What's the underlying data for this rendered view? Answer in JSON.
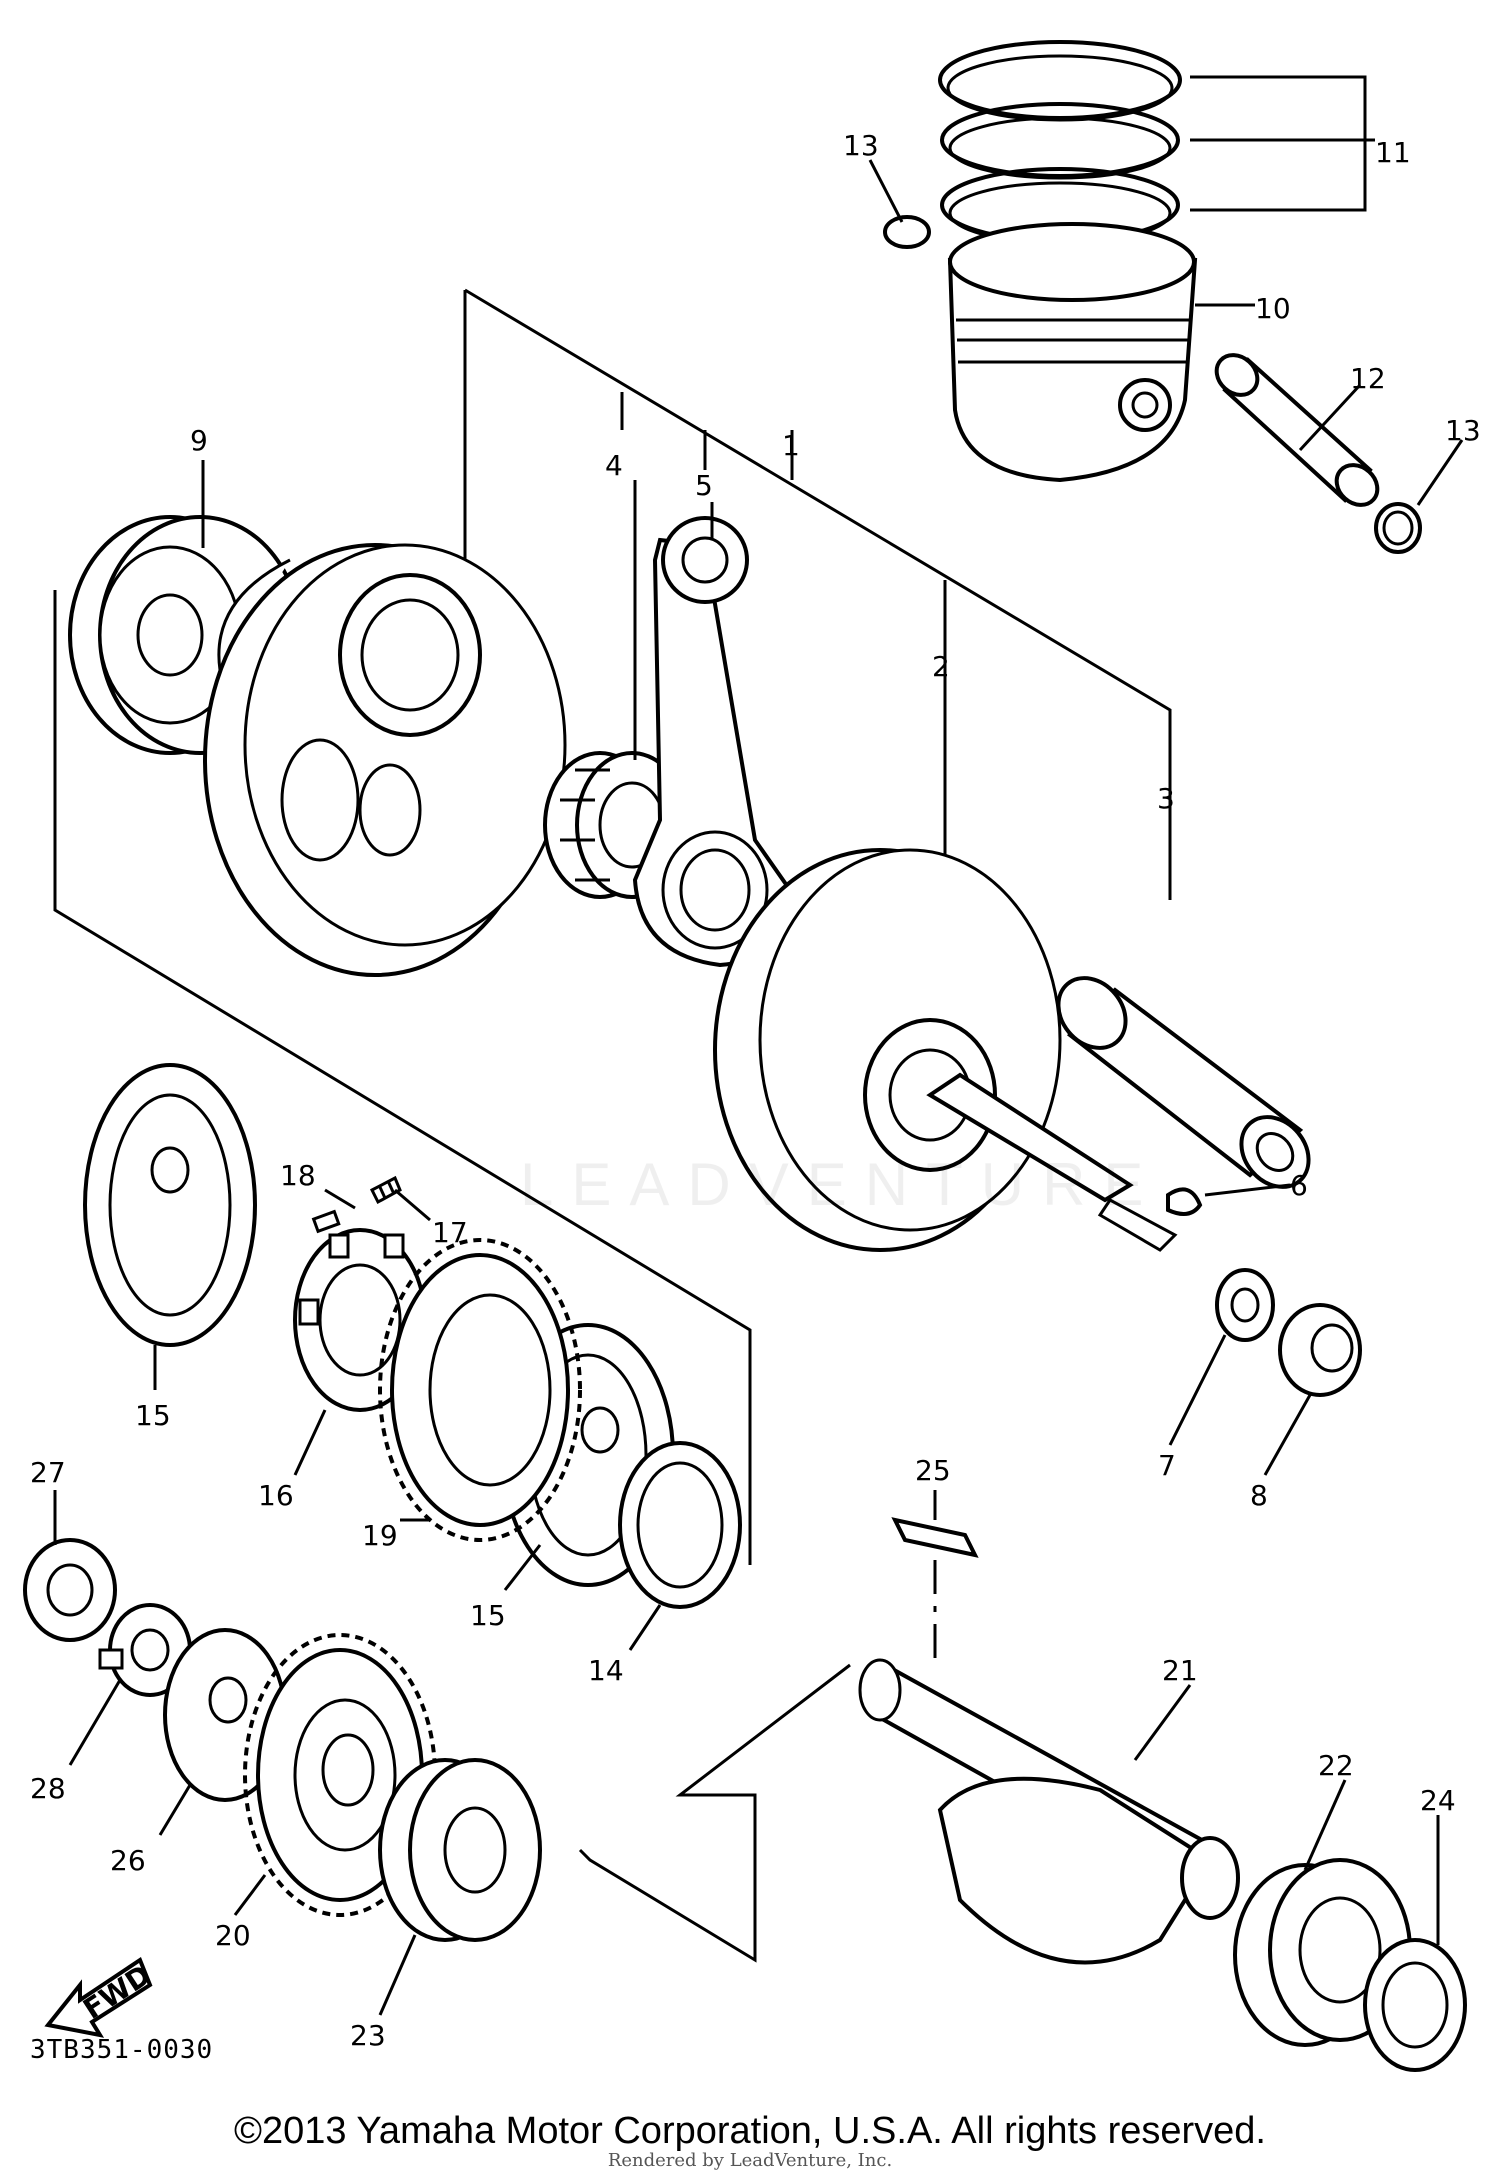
{
  "diagram": {
    "code": "3TB351-0030",
    "copyright": "©2013 Yamaha Motor Corporation, U.S.A. All rights reserved.",
    "rendered_by": "Rendered by LeadVenture, Inc.",
    "watermark": "LEADVENTURE",
    "fwd_label": "FWD",
    "callouts": {
      "c1": "1",
      "c2": "2",
      "c3": "3",
      "c4": "4",
      "c5": "5",
      "c6": "6",
      "c7": "7",
      "c8": "8",
      "c9": "9",
      "c10": "10",
      "c11": "11",
      "c12": "12",
      "c13a": "13",
      "c13b": "13",
      "c14": "14",
      "c15a": "15",
      "c15b": "15",
      "c16": "16",
      "c17": "17",
      "c18": "18",
      "c19": "19",
      "c20": "20",
      "c21": "21",
      "c22": "22",
      "c23": "23",
      "c24": "24",
      "c25": "25",
      "c26": "26",
      "c27": "27",
      "c28": "28"
    }
  }
}
